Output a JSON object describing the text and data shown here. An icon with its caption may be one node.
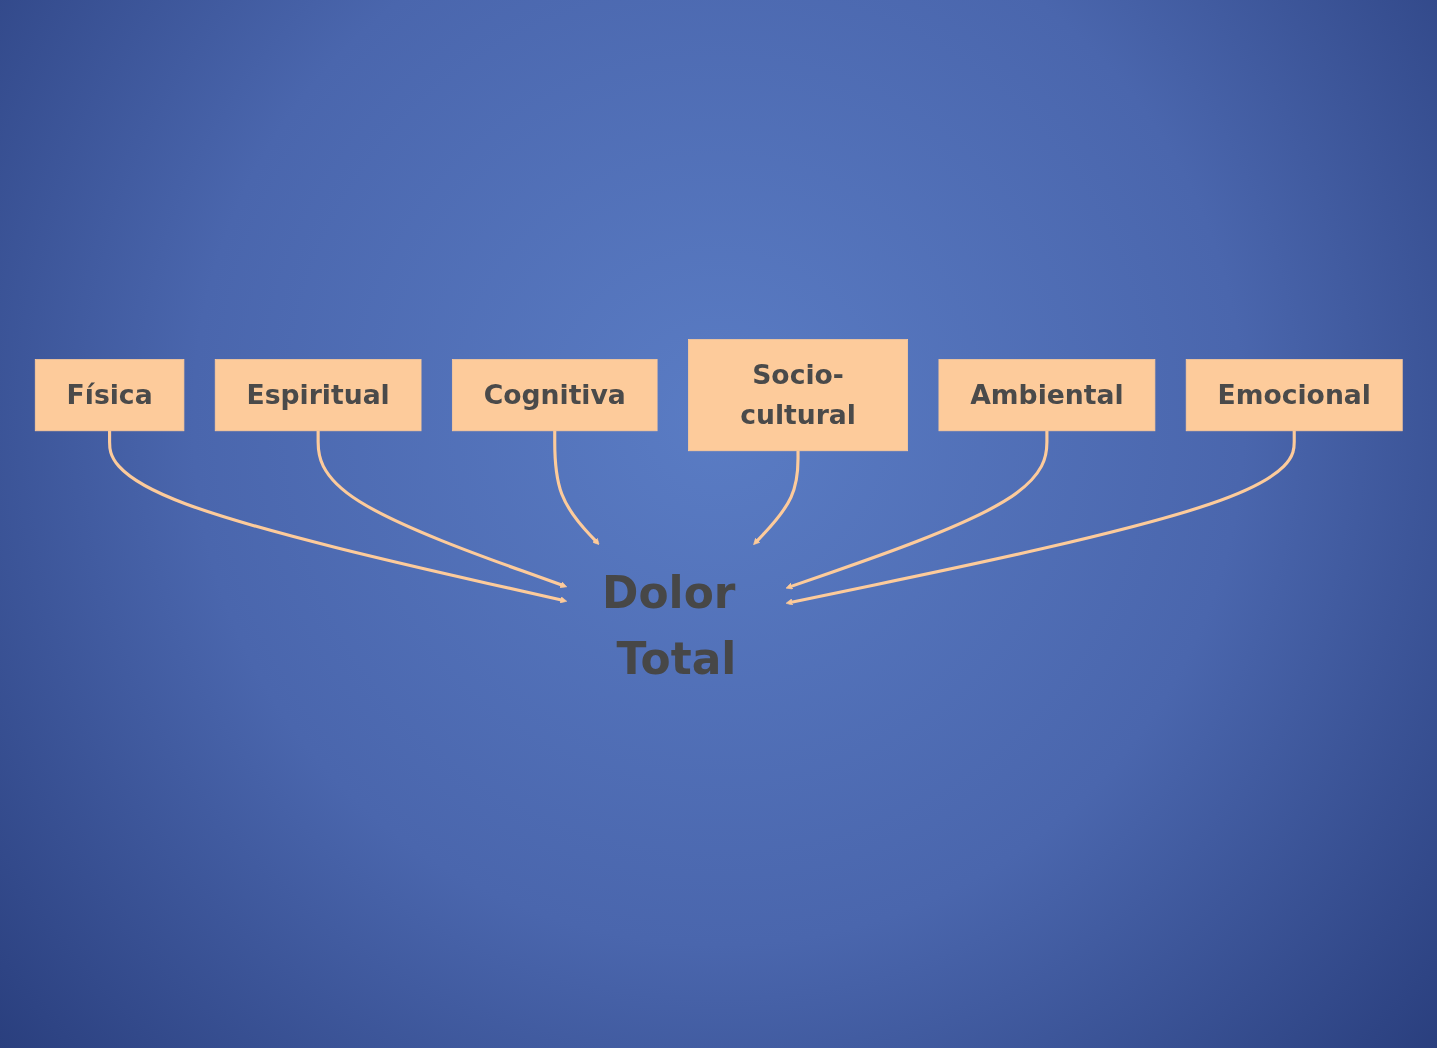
{
  "diagram": {
    "nodes": [
      {
        "text": [
          "Dolor Total"
        ]
      },
      {
        "text": [
          "Física"
        ]
      },
      {
        "text": [
          "Espiritual"
        ]
      },
      {
        "text": [
          "Cognitiva"
        ]
      },
      {
        "text": [
          "Socio-cultural"
        ]
      },
      {
        "text": [
          "Ambiental"
        ]
      },
      {
        "text": [
          "Emocional"
        ]
      }
    ],
    "edges": [
      {
        "from": 1,
        "to": 0,
        "arrow": "to"
      },
      {
        "from": 2,
        "to": 0,
        "arrow": "to"
      },
      {
        "from": 3,
        "to": 0,
        "arrow": "to"
      },
      {
        "from": 4,
        "to": 0,
        "arrow": "to"
      },
      {
        "from": 5,
        "to": 0,
        "arrow": "to"
      },
      {
        "from": 6,
        "to": 0,
        "arrow": "to"
      }
    ]
  }
}
